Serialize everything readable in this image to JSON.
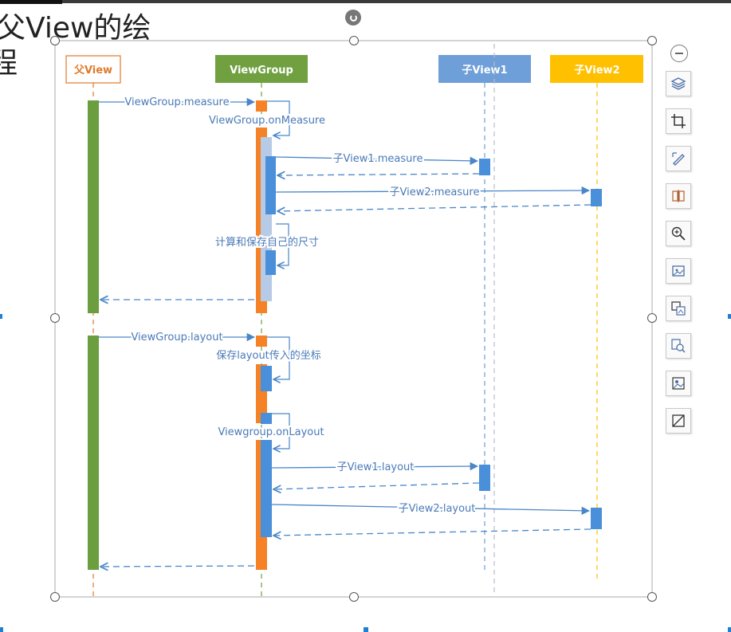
{
  "slide_title": {
    "line1": "父View的绘",
    "line2": "程"
  },
  "diagram": {
    "participants": {
      "parent": "父View",
      "viewgroup": "ViewGroup",
      "child1": "子View1",
      "child2": "子View2"
    },
    "messages": {
      "vg_measure": "ViewGroup.measure",
      "vg_onmeasure": "ViewGroup.onMeasure",
      "c1_measure": "子View1.measure",
      "c2_measure": "子View2.measure",
      "calc_save": "计算和保存自己的尺寸",
      "vg_layout": "ViewGroup.layout",
      "save_coords": "保存layout传入的坐标",
      "vg_onlayout": "Viewgroup.onLayout",
      "c1_layout": "子View1.layout",
      "c2_layout": "子View2.layout"
    },
    "colors": {
      "parent": "#e07a2a",
      "viewgroup": "#70a040",
      "child1": "#6f9fd8",
      "child2": "#ffc000",
      "activation_green": "#6a9e3f",
      "activation_orange": "#f58226",
      "activation_blue": "#4a8fd9",
      "activation_light": "#b7cbe6",
      "arrow": "#4a86c8"
    }
  },
  "toolbar": {
    "collapse": "minus-icon",
    "items": [
      "layers-icon",
      "crop-icon",
      "edit-pen-icon",
      "align-icon",
      "zoom-icon",
      "image-frame-icon",
      "image-replace-icon",
      "image-search-icon",
      "image-effects-icon",
      "clear-icon"
    ]
  }
}
